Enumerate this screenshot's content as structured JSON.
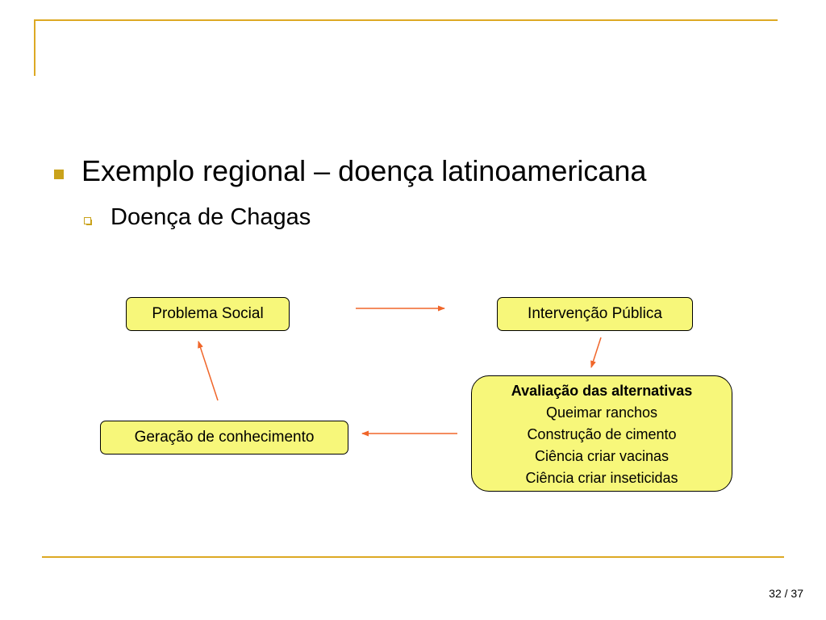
{
  "slide": {
    "title": "Exemplo regional – doença latinoamericana",
    "subtitle": "Doença de Chagas",
    "page_number": "32 / 37"
  },
  "diagram": {
    "nodes": {
      "problema_social": "Problema Social",
      "intervencao_publica": "Intervenção Pública",
      "geracao_conhecimento": "Geração de conhecimento",
      "avaliacao": {
        "title": "Avaliação das alternativas",
        "items": [
          "Queimar ranchos",
          "Construção de cimento",
          "Ciência criar vacinas",
          "Ciência criar inseticidas"
        ]
      }
    }
  },
  "colors": {
    "accent_line": "#DDA924",
    "bullet": "#C9A21B",
    "node_fill": "#F7F77A",
    "arrow": "#F0662A"
  }
}
